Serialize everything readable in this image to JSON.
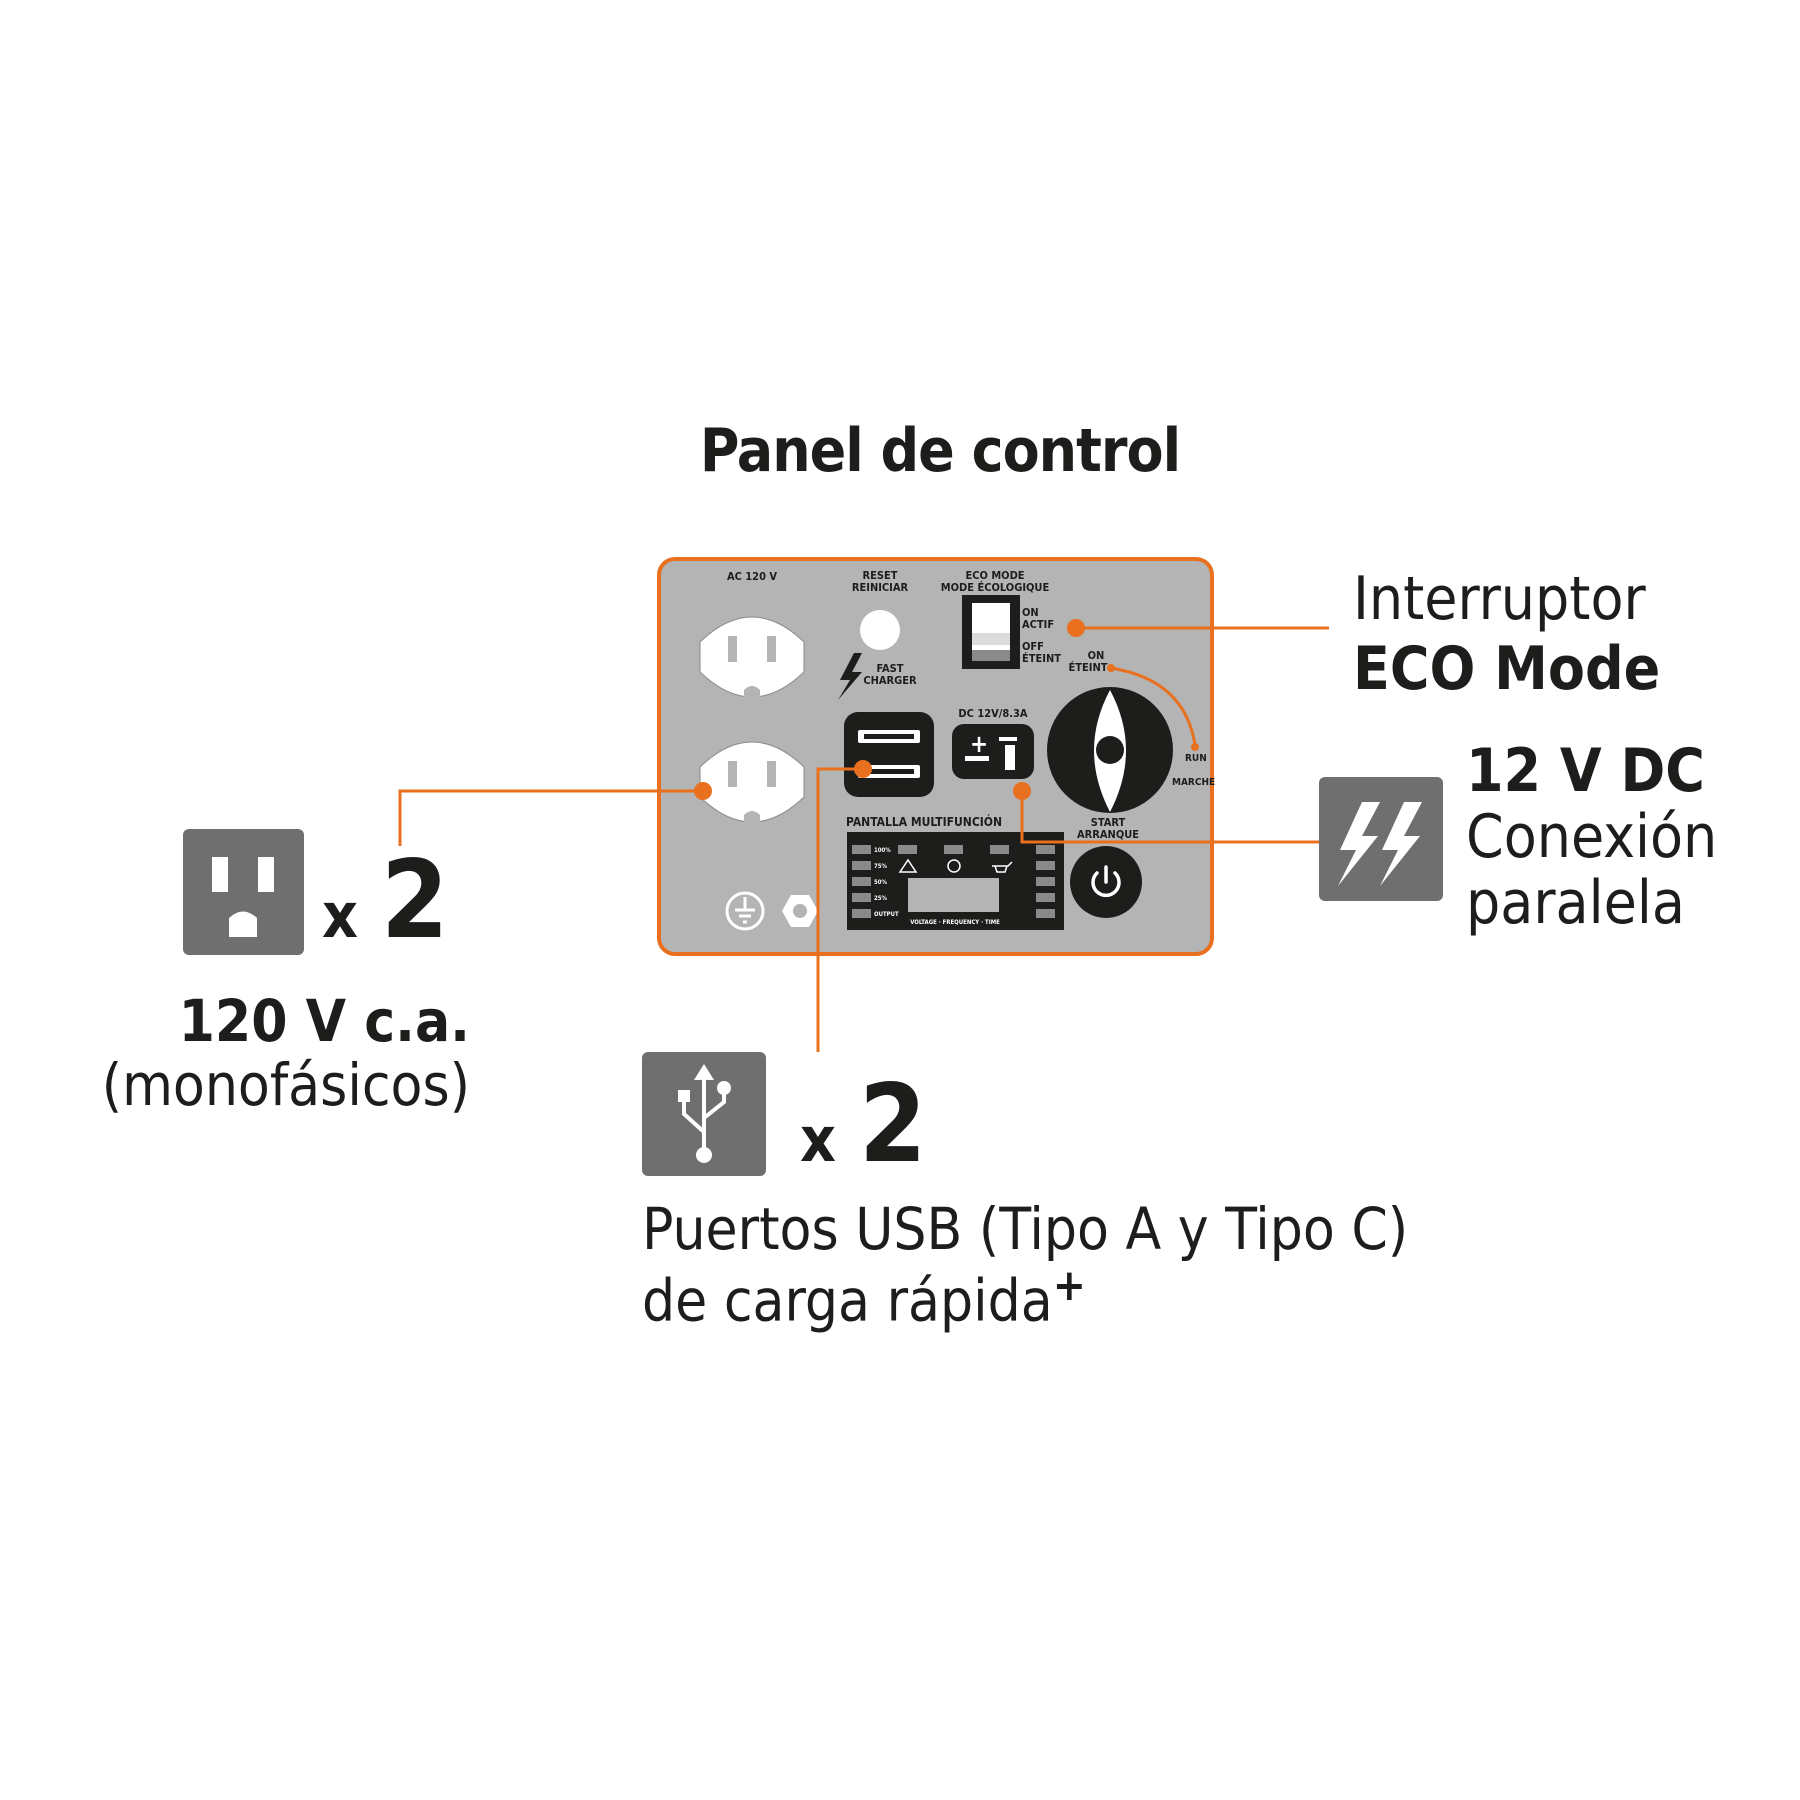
{
  "title": "Panel de control",
  "panel": {
    "ac_label": "AC 120 V",
    "reset_label": "RESET\nREINICIAR",
    "fast_charger_label": "FAST\nCHARGER",
    "eco_mode_label": "ECO MODE\nMODE ÉCOLOGIQUE",
    "eco_on_label": "ON\nACTIF",
    "eco_off_label": "OFF\nÉTEINT",
    "dial_on_label": "ON\nÉTEINT",
    "dial_run_label": "RUN",
    "dial_marche_label": "MARCHE",
    "dc_label": "DC 12V/8.3A",
    "display_label": "PANTALLA MULTIFUNCIÓN",
    "display_levels": [
      "100%",
      "75%",
      "50%",
      "25%",
      "OUTPUT"
    ],
    "display_footer": "VOLTAGE · FREQUENCY · TIME",
    "start_label": "START\nARRANQUE"
  },
  "callouts": {
    "eco": {
      "line1": "Interruptor",
      "line2": "ECO Mode"
    },
    "dc": {
      "line1": "12 V DC",
      "line2": "Conexión",
      "line3": "paralela"
    },
    "outlets": {
      "times": "x",
      "count": "2",
      "line1": "120 V c.a.",
      "line2": "(monofásicos)"
    },
    "usb": {
      "times": "x",
      "count": "2",
      "line1": "Puertos USB (Tipo A y Tipo C)",
      "line2": "de carga rápida",
      "superscript": "+"
    }
  },
  "icons": {
    "outlet_box": "outlet-icon",
    "usb_box": "usb-icon",
    "dc_box": "double-lightning-icon"
  },
  "colors": {
    "accent": "#e8701e",
    "panel": "#b4b4b4",
    "icon_box": "#6f6f6f",
    "text": "#1d1d1b"
  }
}
